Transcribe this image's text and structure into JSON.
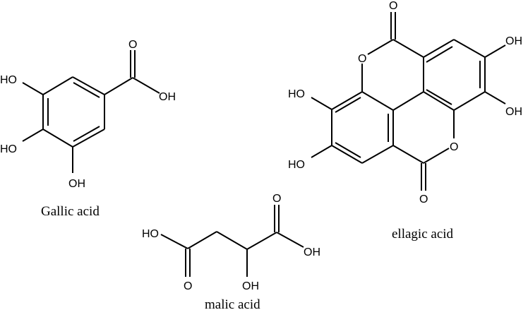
{
  "figure": {
    "background": "#ffffff",
    "ink_color": "#000000"
  },
  "molecules": {
    "gallic": {
      "name": "Gallic acid",
      "labels": {
        "carbonyl_o": "O",
        "acid_oh": "OH",
        "ho_top": "HO",
        "ho_mid": "HO",
        "oh_bottom": "OH"
      }
    },
    "ellagic": {
      "name": "ellagic acid",
      "labels": {
        "carbonyl_o_top": "O",
        "ring_o_top": "O",
        "oh_right_top": "OH",
        "oh_right_bottom": "OH",
        "ho_left_top": "HO",
        "ho_left_bottom": "HO",
        "ring_o_bottom": "O",
        "carbonyl_o_bottom": "O"
      }
    },
    "malic": {
      "name": "malic acid",
      "labels": {
        "ho_left": "HO",
        "carbonyl_o_left": "O",
        "oh_alpha": "OH",
        "carbonyl_o_right": "O",
        "oh_right": "OH"
      }
    }
  }
}
